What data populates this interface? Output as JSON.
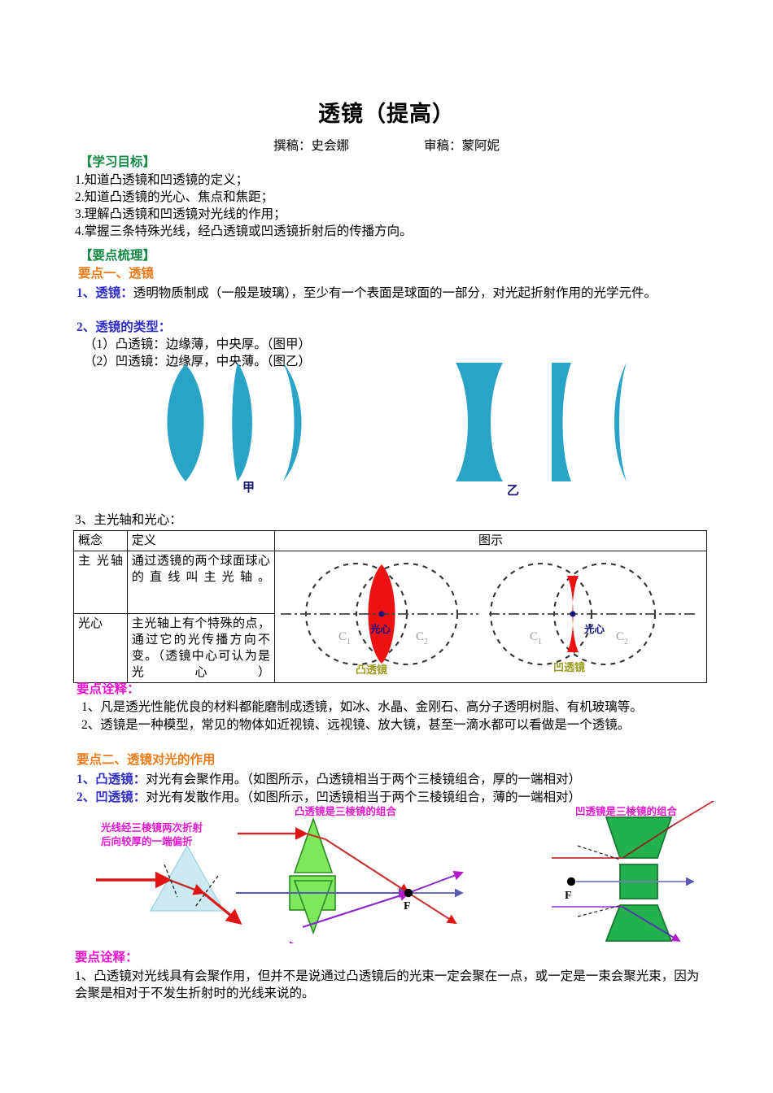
{
  "doc": {
    "title": "透镜（提高）",
    "author_label": "撰稿：史会娜",
    "reviewer_label": "审稿：蒙阿妮"
  },
  "objectives": {
    "heading": "【学习目标】",
    "items": [
      "1.知道凸透镜和凹透镜的定义；",
      "2.知道凸透镜的光心、焦点和焦距；",
      "3.理解凸透镜和凹透镜对光线的作用；",
      "4.掌握三条特殊光线，经凸透镜或凹透镜折射后的传播方向。"
    ]
  },
  "outline": {
    "heading": "【要点梳理】",
    "point1_heading": "要点一、透镜",
    "item1_label": "1、透镜：",
    "item1_text": "透明物质制成（一般是玻璃），至少有一个表面是球面的一部分，对光起折射作用的光学元件。",
    "item2_label": "2、透镜的类型：",
    "item2_line1": "（1）凸透镜：边缘薄，中央厚。（图甲）",
    "item2_line2": "（2）凹透镜：边缘厚，中央薄。（图乙）",
    "fig_label_jia": "甲",
    "fig_label_yi": "乙",
    "item3_label": "3、主光轴和光心："
  },
  "table": {
    "headers": [
      "概念",
      "定义",
      "图示"
    ],
    "rows": [
      {
        "concept": "主 光轴",
        "definition": "通过透镜的两个球面球心的直线叫主光轴。"
      },
      {
        "concept": "光心",
        "definition": "主光轴上有个特殊的点，通过它的光传播方向不变。（透镜中心可认为是光心）"
      }
    ],
    "figure": {
      "left_caption": "凸透镜",
      "right_caption": "凹透镜",
      "center_label": "光心",
      "c1_label": "C₁",
      "c2_label": "C₂"
    }
  },
  "explain1": {
    "heading": "要点诠释：",
    "items": [
      "1、凡是透光性能优良的材料都能磨制成透镜，如冰、水晶、金刚石、高分子透明树脂、有机玻璃等。",
      "2、透镜是一种模型，常见的物体如近视镜、远视镜、放大镜，甚至一滴水都可以看做是一个透镜。"
    ]
  },
  "point2": {
    "heading": "要点二、透镜对光的作用",
    "item1_label": "1、凸透镜：",
    "item1_text": "对光有会聚作用。（如图所示，凸透镜相当于两个三棱镜组合，厚的一端相对）",
    "item2_label": "2、凹透镜：",
    "item2_text": "对光有发散作用。（如图所示，凹透镜相当于两个三棱镜组合，薄的一端相对）"
  },
  "figures": {
    "prism_caption_line1": "光线经三棱镜两次折射",
    "prism_caption_line2": "后向较厚的一端偏折",
    "convex_caption": "凸透镜是三棱镜的组合",
    "concave_caption": "凹透镜是三棱镜的组合",
    "focus_label": "F"
  },
  "explain2": {
    "heading": "要点诠释：",
    "text": "1、凸透镜对光线具有会聚作用，但并不是说通过凸透镜后的光束一定会聚在一点，或一定是一束会聚光束，因为会聚是相对于不发生折射时的光线来说的。"
  },
  "colors": {
    "lens_cyan": "#29a4c6",
    "red_lens": "#ee1111",
    "green_heading": "#128742",
    "orange_heading": "#ee7b19",
    "magenta_heading": "#f010cf",
    "blue_text": "#2f2fc6",
    "olive_caption": "#9a9a1e",
    "prism_blue": "#cdeaf2",
    "prism_green_light": "#7ee85c",
    "prism_green_dark": "#22b14c"
  }
}
